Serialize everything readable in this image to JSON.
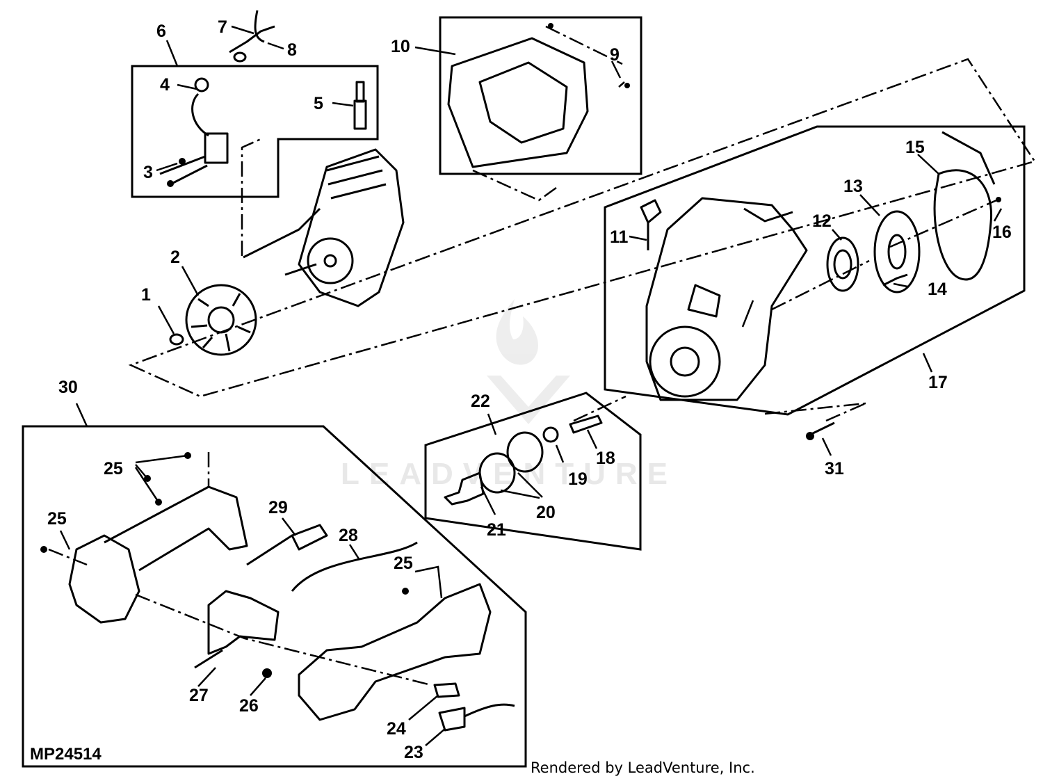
{
  "diagram_code": "MP24514",
  "credit": "Rendered by LeadVenture, Inc.",
  "watermark": "LEADVENTURE",
  "callouts": [
    "1",
    "2",
    "3",
    "4",
    "5",
    "6",
    "7",
    "8",
    "9",
    "10",
    "11",
    "12",
    "13",
    "14",
    "15",
    "16",
    "17",
    "18",
    "19",
    "20",
    "21",
    "22",
    "23",
    "24",
    "25",
    "26",
    "27",
    "28",
    "29",
    "30",
    "31"
  ]
}
